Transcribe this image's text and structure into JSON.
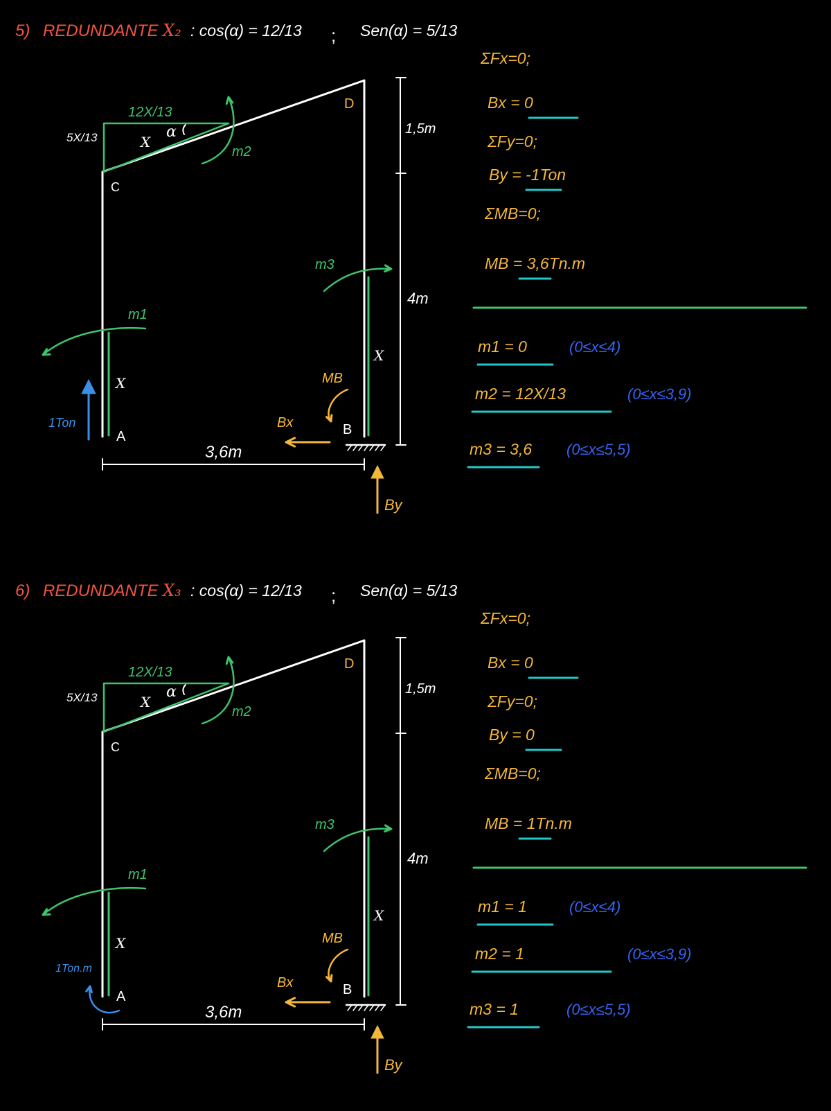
{
  "colors": {
    "background": "#000000",
    "frame": "#ffffff",
    "title": "#f2553f",
    "note": "#ffffff",
    "member": "#3ec46d",
    "reaction": "#f5b73a",
    "unit_load": "#3b8fe8",
    "equation": "#f5b73a",
    "range": "#3563f0",
    "underline": "#22c7c7",
    "divider": "#3ec46d"
  },
  "sections": [
    {
      "title_prefix": "5)",
      "title_word": "REDUNDANTE",
      "title_var": "X₂",
      "cos_text": ": cos(α) = 12/13",
      "semicolon": ";",
      "sin_text": "Sen(α) = 5/13",
      "labels": {
        "D": "D",
        "C": "C",
        "A": "A",
        "B": "B",
        "dim_top": "1,5m",
        "dim_right": "4m",
        "dim_bottom": "3,6m",
        "horiz_comp": "12X/13",
        "vert_comp": "5X/13",
        "x_incline": "X",
        "alpha": "α",
        "m1": "m1",
        "m2": "m2",
        "m3": "m3",
        "x_left": "X",
        "x_right": "X",
        "MB": "MB",
        "Bx": "Bx",
        "By": "By",
        "unit_load": "1Ton"
      },
      "load_type": "force",
      "equations": [
        {
          "text": "ΣFx=0;"
        },
        {
          "text": "Bx = 0",
          "underline": true
        },
        {
          "text": "ΣFy=0;"
        },
        {
          "text": "By = -1Ton",
          "underline": true
        },
        {
          "text": "ΣMB=0;"
        },
        {
          "text": "MB = 3,6Tn.m",
          "underline": true
        }
      ],
      "moments": [
        {
          "expr": "m1 = 0",
          "range": "(0≤x≤4)"
        },
        {
          "expr": "m2 = 12X/13",
          "range": "(0≤x≤3,9)"
        },
        {
          "expr": "m3 = 3,6",
          "range": "(0≤x≤5,5)"
        }
      ]
    },
    {
      "title_prefix": "6)",
      "title_word": "REDUNDANTE",
      "title_var": "X₃",
      "cos_text": ": cos(α) = 12/13",
      "semicolon": ";",
      "sin_text": "Sen(α) = 5/13",
      "labels": {
        "D": "D",
        "C": "C",
        "A": "A",
        "B": "B",
        "dim_top": "1,5m",
        "dim_right": "4m",
        "dim_bottom": "3,6m",
        "horiz_comp": "12X/13",
        "vert_comp": "5X/13",
        "x_incline": "X",
        "alpha": "α",
        "m1": "m1",
        "m2": "m2",
        "m3": "m3",
        "x_left": "X",
        "x_right": "X",
        "MB": "MB",
        "Bx": "Bx",
        "By": "By",
        "unit_load": "1Ton.m"
      },
      "load_type": "moment",
      "equations": [
        {
          "text": "ΣFx=0;"
        },
        {
          "text": "Bx = 0",
          "underline": true
        },
        {
          "text": "ΣFy=0;"
        },
        {
          "text": "By = 0",
          "underline": true
        },
        {
          "text": "ΣMB=0;"
        },
        {
          "text": "MB = 1Tn.m",
          "underline": true
        }
      ],
      "moments": [
        {
          "expr": "m1 = 1",
          "range": "(0≤x≤4)"
        },
        {
          "expr": "m2 = 1",
          "range": "(0≤x≤3,9)"
        },
        {
          "expr": "m3 = 1",
          "range": "(0≤x≤5,5)"
        }
      ]
    }
  ]
}
